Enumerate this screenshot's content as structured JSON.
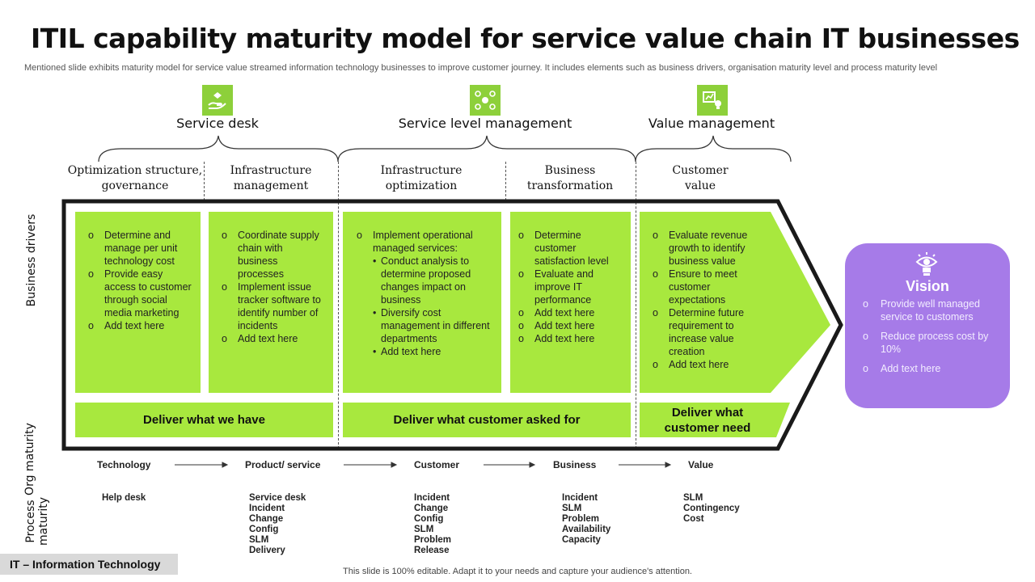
{
  "title": "ITIL capability maturity model for service value chain IT businesses",
  "subtitle": "Mentioned slide exhibits maturity model for service value streamed information technology businesses to improve customer journey. It includes elements such as business drivers, organisation maturity level and process maturity level",
  "sections": [
    {
      "label": "Service desk",
      "icon": "helping-hand-icon"
    },
    {
      "label": "Service level management",
      "icon": "people-network-icon"
    },
    {
      "label": "Value management",
      "icon": "chart-lightbulb-icon"
    }
  ],
  "columns": [
    {
      "header_line1": "Optimization structure,",
      "header_line2": "governance",
      "items": [
        "Determine and manage per unit technology cost",
        "Provide easy access to customer through social media marketing",
        "Add text here"
      ]
    },
    {
      "header_line1": "Infrastructure",
      "header_line2": "management",
      "items": [
        "Coordinate supply chain with business processes",
        "Implement issue tracker software to identify number of incidents",
        "Add text here"
      ]
    },
    {
      "header_line1": "Infrastructure",
      "header_line2": "optimization",
      "item_main": "Implement operational managed services:",
      "subitems": [
        "Conduct analysis to determine proposed changes impact on business",
        "Diversify cost management in different departments",
        "Add text here"
      ]
    },
    {
      "header_line1": "Business",
      "header_line2": "transformation",
      "items": [
        "Determine customer satisfaction level",
        "Evaluate and improve IT performance",
        "Add text here",
        "Add text here",
        "Add text here"
      ]
    },
    {
      "header_line1": "Customer",
      "header_line2": "value",
      "items": [
        "Evaluate revenue growth to identify business value",
        "Ensure to meet customer expectations",
        "Determine future requirement to increase value creation",
        "Add text here"
      ]
    }
  ],
  "deliver": [
    "Deliver what we have",
    "Deliver what customer asked for",
    "Deliver what customer need"
  ],
  "row_labels": {
    "business_drivers": "Business drivers",
    "org_maturity": "Org maturity",
    "process_maturity": "Process maturity"
  },
  "org_maturity": [
    "Technology",
    "Product/ service",
    "Customer",
    "Business",
    "Value"
  ],
  "process_maturity": [
    [
      "Help desk"
    ],
    [
      "Service desk",
      "Incident",
      "Change",
      "Config",
      "SLM",
      "Delivery"
    ],
    [
      "Incident",
      "Change",
      "Config",
      "SLM",
      "Problem",
      "Release"
    ],
    [
      "Incident",
      "SLM",
      "Problem",
      "Availability",
      "Capacity"
    ],
    [
      "SLM",
      "Contingency",
      "Cost"
    ]
  ],
  "vision": {
    "title": "Vision",
    "icon": "eye-bulb-icon",
    "items": [
      "Provide well managed service to customers",
      "Reduce process cost by 10%",
      "Add text here"
    ]
  },
  "footer_tag": "IT – Information Technology",
  "footer_note": "This slide is 100% editable. Adapt it to your needs and capture your audience's attention.",
  "colors": {
    "green": "#a8e83e",
    "icon_green": "#8dd03a",
    "vision_purple": "#a67be8",
    "frame": "#1a1a1a"
  }
}
